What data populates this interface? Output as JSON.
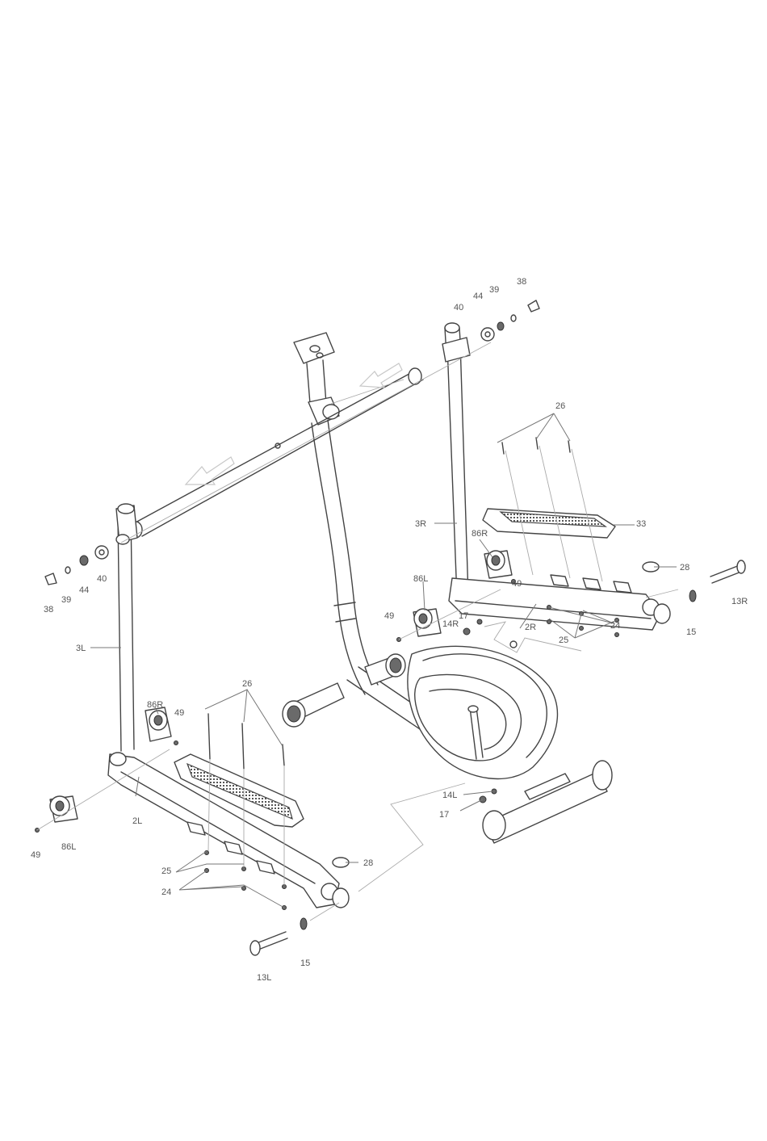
{
  "labels": {
    "l38a": "38",
    "l39a": "39",
    "l44a": "44",
    "l40a": "40",
    "l38b": "38",
    "l39b": "39",
    "l44b": "44",
    "l40b": "40",
    "l26a": "26",
    "l26b": "26",
    "l33": "33",
    "l3R": "3R",
    "l86R_a": "86R",
    "l86L_a": "86L",
    "l49a": "49",
    "l49b": "49",
    "l49c": "49",
    "l49d": "49",
    "l28a": "28",
    "l28b": "28",
    "l13R": "13R",
    "l13L": "13L",
    "l15a": "15",
    "l15b": "15",
    "l2R": "2R",
    "l2L": "2L",
    "l3L": "3L",
    "l25a": "25",
    "l25b": "25",
    "l24a": "24",
    "l24b": "24",
    "l17a": "17",
    "l17b": "17",
    "l14R": "14R",
    "l14L": "14L",
    "l86R_b": "86R",
    "l86L_b": "86L"
  }
}
